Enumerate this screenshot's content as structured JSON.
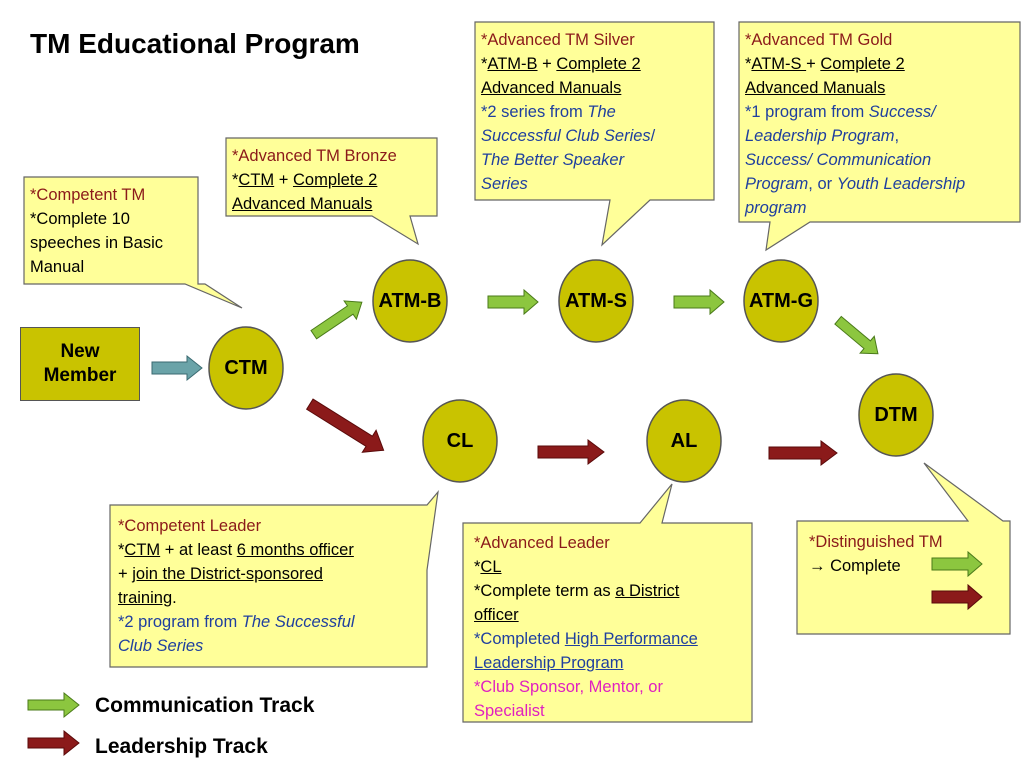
{
  "title": "TM Educational Program",
  "colors": {
    "callout_fill": "#ffff99",
    "node_fill": "#c9c300",
    "communication_arrow": "#8cc63f",
    "leadership_arrow": "#8b1a1a",
    "start_arrow": "#6aa3a8"
  },
  "nodes": {
    "new_member": [
      "New",
      "Member"
    ],
    "ctm": "CTM",
    "atm_b": "ATM-B",
    "atm_s": "ATM-S",
    "atm_g": "ATM-G",
    "cl": "CL",
    "al": "AL",
    "dtm": "DTM"
  },
  "callouts": {
    "ctm": {
      "heading": "*Competent TM",
      "lines": [
        "*Complete 10",
        "speeches in Basic",
        "Manual"
      ]
    },
    "atm_b": {
      "heading": "*Advanced TM Bronze",
      "req_star": "*",
      "req_link1": "CTM",
      "req_plus": " + ",
      "req_link2": "Complete 2",
      "req_link3": "Advanced Manuals"
    },
    "atm_s": {
      "heading": "*Advanced TM Silver",
      "req_star": "*",
      "req_link1": "ATM-B",
      "req_plus": " + ",
      "req_link2": "Complete 2",
      "req_link3": "Advanced Manuals",
      "series_prefix": "*2 series from ",
      "series_1a": "The",
      "series_1b": "Successful Club Series",
      "series_sep": "/",
      "series_2": "The Better Speaker",
      "series_3": "Series"
    },
    "atm_g": {
      "heading": "*Advanced TM Gold",
      "req_star": "*",
      "req_link1": "ATM-S ",
      "req_plus": "+ ",
      "req_link2": "Complete 2",
      "req_link3": "Advanced Manuals",
      "program_prefix": "*1 program from ",
      "program_1": "Success/",
      "program_2": "Leadership Program",
      "program_2_sep": ",",
      "program_3": "Success/ Communication",
      "program_4": "Program",
      "program_or": ", or ",
      "program_5": "Youth Leadership",
      "program_6": "program"
    },
    "cl": {
      "heading": "*Competent Leader",
      "req_star": "*",
      "req_link1": "CTM",
      "req_mid": " + at least ",
      "req_link2": "6 months officer",
      "req_plus2": "+ ",
      "req_link3": "join the District-sponsored",
      "req_link4": "training",
      "req_end": ".",
      "program_prefix": "*2 program from ",
      "program_1": "The Successful",
      "program_2": "Club Series"
    },
    "al": {
      "heading": "*Advanced Leader",
      "req_star": "*",
      "req_link1": "CL",
      "term_prefix": "*Complete term as ",
      "term_link1": "a District",
      "term_link2": "officer",
      "completed_prefix": "*Completed ",
      "completed_link1": "High Performance",
      "completed_link2": "Leadership Program",
      "sponsor_1": "*Club Sponsor, Mentor, or",
      "sponsor_2": "Specialist"
    },
    "dtm": {
      "heading": "*Distinguished TM",
      "complete": "→ Complete"
    }
  },
  "legend": {
    "communication": "Communication Track",
    "leadership": "Leadership Track"
  }
}
